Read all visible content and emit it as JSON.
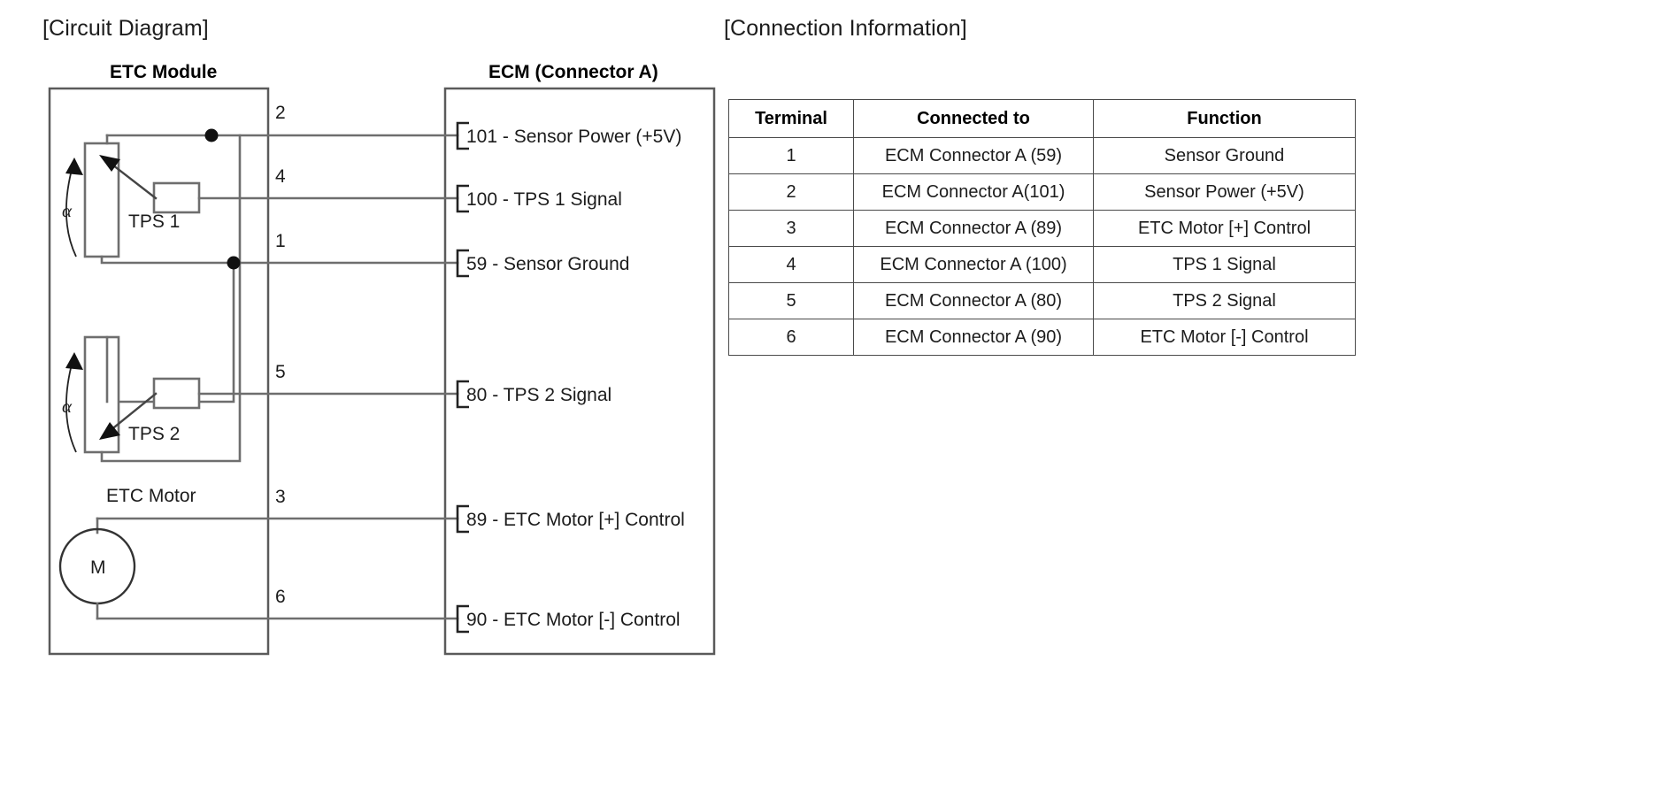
{
  "headings": {
    "circuit": "[Circuit Diagram]",
    "connection": "[Connection Information]"
  },
  "circuit": {
    "etc_module_title": "ETC Module",
    "ecm_title": "ECM (Connector A)",
    "components": {
      "tps1_label": "TPS 1",
      "tps2_label": "TPS 2",
      "motor_label": "ETC Motor",
      "motor_symbol": "M",
      "angle_symbol_1": "α",
      "angle_symbol_2": "α"
    },
    "wires": [
      {
        "terminal": "2",
        "ecm_pin": "101",
        "ecm_label": "101 - Sensor Power (+5V)"
      },
      {
        "terminal": "4",
        "ecm_pin": "100",
        "ecm_label": "100 - TPS 1 Signal"
      },
      {
        "terminal": "1",
        "ecm_pin": "59",
        "ecm_label": "59 - Sensor Ground"
      },
      {
        "terminal": "5",
        "ecm_pin": "80",
        "ecm_label": "80 - TPS 2 Signal"
      },
      {
        "terminal": "3",
        "ecm_pin": "89",
        "ecm_label": "89 - ETC Motor [+] Control"
      },
      {
        "terminal": "6",
        "ecm_pin": "90",
        "ecm_label": "90 - ETC Motor [-] Control"
      }
    ]
  },
  "table": {
    "columns": [
      "Terminal",
      "Connected to",
      "Function"
    ],
    "rows": [
      {
        "terminal": "1",
        "connected_to": "ECM Connector A (59)",
        "function": "Sensor Ground"
      },
      {
        "terminal": "2",
        "connected_to": "ECM Connector A(101)",
        "function": "Sensor Power (+5V)"
      },
      {
        "terminal": "3",
        "connected_to": "ECM Connector A (89)",
        "function": "ETC Motor [+] Control"
      },
      {
        "terminal": "4",
        "connected_to": "ECM Connector A (100)",
        "function": "TPS 1 Signal"
      },
      {
        "terminal": "5",
        "connected_to": "ECM Connector A (80)",
        "function": "TPS 2 Signal"
      },
      {
        "terminal": "6",
        "connected_to": "ECM Connector A (90)",
        "function": "ETC Motor [-] Control"
      }
    ]
  },
  "colors": {
    "background": "#ffffff",
    "text": "#1c1c1c",
    "wire": "#6e6e6e",
    "box_border": "#5a5a5a",
    "table_border": "#4a4a4a"
  }
}
